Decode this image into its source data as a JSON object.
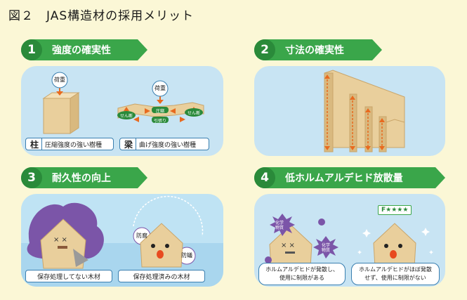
{
  "figure_title": "図２　JAS構造材の採用メリット",
  "sections": [
    {
      "num": "1",
      "title": "強度の確実性"
    },
    {
      "num": "2",
      "title": "寸法の確実性"
    },
    {
      "num": "3",
      "title": "耐久性の向上"
    },
    {
      "num": "4",
      "title": "低ホルムアルデヒド放散量"
    }
  ],
  "panel1": {
    "load_label_1": "荷重",
    "load_label_2": "荷重",
    "shear_left": "せん断",
    "shear_right": "せん断",
    "compression": "圧縮",
    "tension": "引張り",
    "caption_left_kanji": "柱",
    "caption_left": "圧縮強度の強い樹種",
    "caption_right_kanji": "梁",
    "caption_right": "曲げ強度の強い樹種"
  },
  "panel3": {
    "rot_label": "防腐",
    "insect_label": "防蟻",
    "caption_left": "保存処理してない木材",
    "caption_right": "保存処理済みの木材"
  },
  "panel4": {
    "chem_1": "化学\n物質",
    "chem_2": "化学\n物質",
    "rating": "F★★★★",
    "caption_left": "ホルムアルデヒドが発散し、\n使用に制限がある",
    "caption_right": "ホルムアルデヒドがほぼ発散\nせず、使用に制限がない"
  },
  "colors": {
    "header_green": "#3aa64a",
    "panel_blue": "#c8e4f3",
    "background": "#fbf7d6",
    "wood": "#e9cf9c",
    "purple": "#7b55a8"
  }
}
